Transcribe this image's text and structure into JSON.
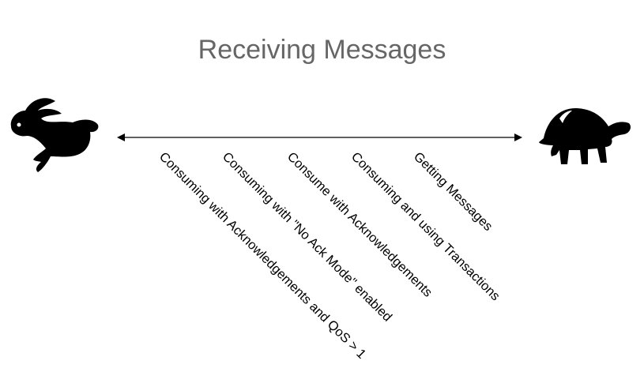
{
  "title": "Receiving Messages",
  "left_icon": "rabbit-icon",
  "right_icon": "turtle-icon",
  "left_meaning": "fast",
  "right_meaning": "slow",
  "methods": [
    "Consuming with Acknowledgements and QoS > 1",
    "Consuming with \"No Ack Mode\" enabled",
    "Consume with Acknowledgements",
    "Consuming and using Transactions",
    "Getting Messages"
  ]
}
